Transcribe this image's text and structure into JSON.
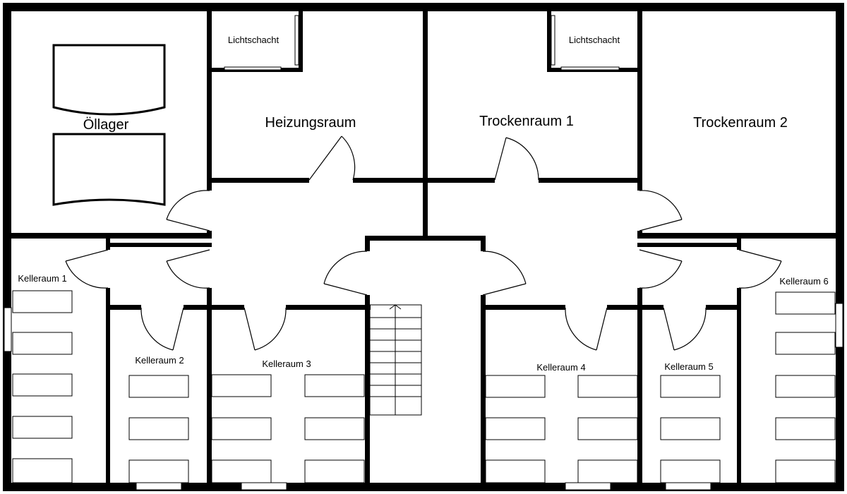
{
  "plan": {
    "rooms": {
      "oellager": "Öllager",
      "heizungsraum": "Heizungsraum",
      "trockenraum1": "Trockenraum 1",
      "trockenraum2": "Trockenraum 2",
      "lichtschacht_left": "Lichtschacht",
      "lichtschacht_right": "Lichtschacht",
      "kellerraum1": "Kelleraum 1",
      "kellerraum2": "Kelleraum 2",
      "kellerraum3": "Kelleraum 3",
      "kellerraum4": "Kelleraum 4",
      "kellerraum5": "Kelleraum 5",
      "kellerraum6": "Kelleraum 6"
    },
    "colors": {
      "wall": "#000000",
      "background": "#ffffff"
    }
  }
}
